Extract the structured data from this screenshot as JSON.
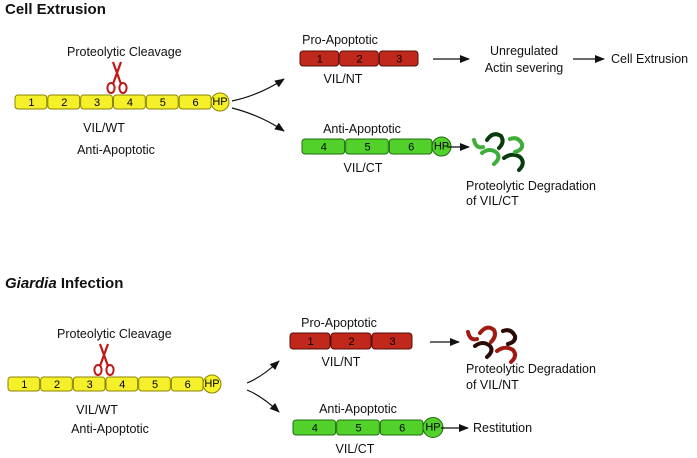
{
  "colors": {
    "wt_fill": "#f5f02a",
    "wt_stroke": "#8a8400",
    "nt_fill": "#c0281c",
    "nt_stroke": "#5a0d07",
    "ct_fill": "#52d12b",
    "ct_stroke": "#1f6b10",
    "scissors": "#c01818",
    "worm_dark": "#0a3b10",
    "worm_light": "#3fae38",
    "worm_red": "#a11a12",
    "worm_dark2": "#2a0b08"
  },
  "icons": [
    "scissors-icon",
    "degraded-peptide-icon"
  ],
  "panel1": {
    "title": "Cell Extrusion",
    "cleavage_label": "Proteolytic Cleavage",
    "wt": {
      "segments": [
        "1",
        "2",
        "3",
        "4",
        "5",
        "6"
      ],
      "hp": "HP",
      "name": "VIL/WT",
      "role": "Anti-Apoptotic"
    },
    "nt": {
      "role": "Pro-Apoptotic",
      "segments": [
        "1",
        "2",
        "3"
      ],
      "name": "VIL/NT"
    },
    "ct": {
      "role": "Anti-Apoptotic",
      "segments": [
        "4",
        "5",
        "6"
      ],
      "hp": "HP",
      "name": "VIL/CT"
    },
    "outcome_unreg_line1": "Unregulated",
    "outcome_unreg_line2": "Actin severing",
    "outcome_final": "Cell Extrusion",
    "degradation_line1": "Proteolytic Degradation",
    "degradation_line2": "of VIL/CT"
  },
  "panel2": {
    "title_italic": "Giardia",
    "title_rest": " Infection",
    "cleavage_label": "Proteolytic Cleavage",
    "wt": {
      "segments": [
        "1",
        "2",
        "3",
        "4",
        "5",
        "6"
      ],
      "hp": "HP",
      "name": "VIL/WT",
      "role": "Anti-Apoptotic"
    },
    "nt": {
      "role": "Pro-Apoptotic",
      "segments": [
        "1",
        "2",
        "3"
      ],
      "name": "VIL/NT"
    },
    "ct": {
      "role": "Anti-Apoptotic",
      "segments": [
        "4",
        "5",
        "6"
      ],
      "hp": "HP",
      "name": "VIL/CT"
    },
    "degradation_line1": "Proteolytic Degradation",
    "degradation_line2": "of VIL/NT",
    "outcome": "Restitution"
  }
}
